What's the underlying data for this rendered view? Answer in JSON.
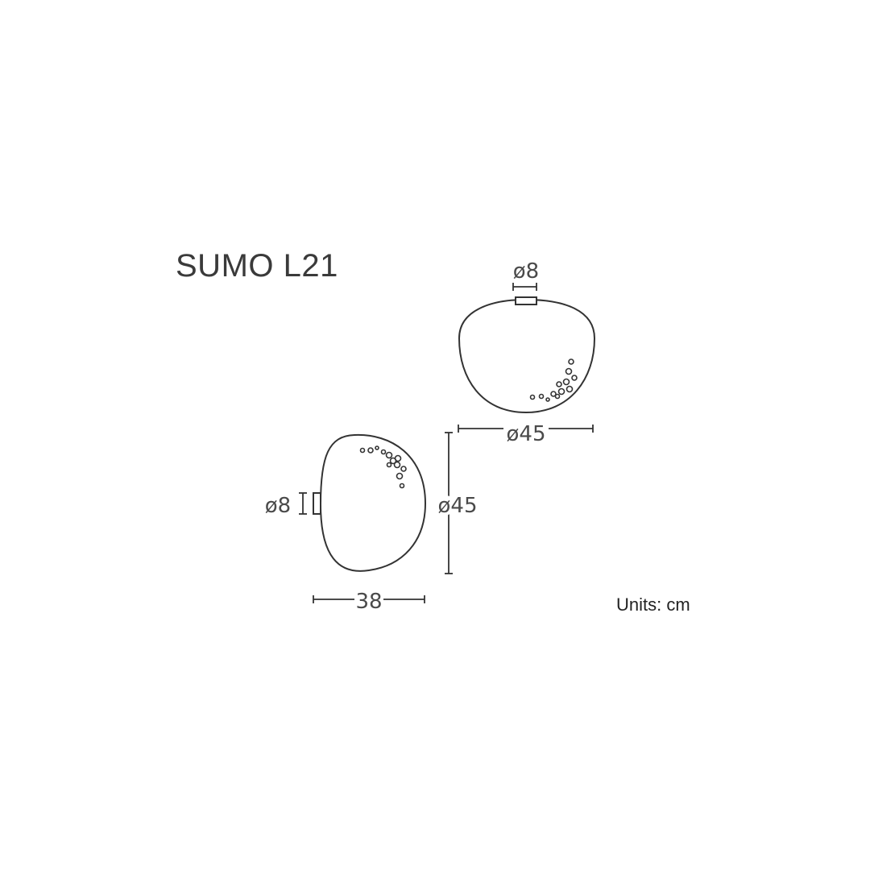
{
  "title": "SUMO L21",
  "units_label": "Units: cm",
  "top_view": {
    "socket_diameter_label": "ø8",
    "width_label": "ø45"
  },
  "side_view": {
    "socket_diameter_label": "ø8",
    "height_label": "ø45",
    "depth_label": "38"
  },
  "line_color": "#333333"
}
